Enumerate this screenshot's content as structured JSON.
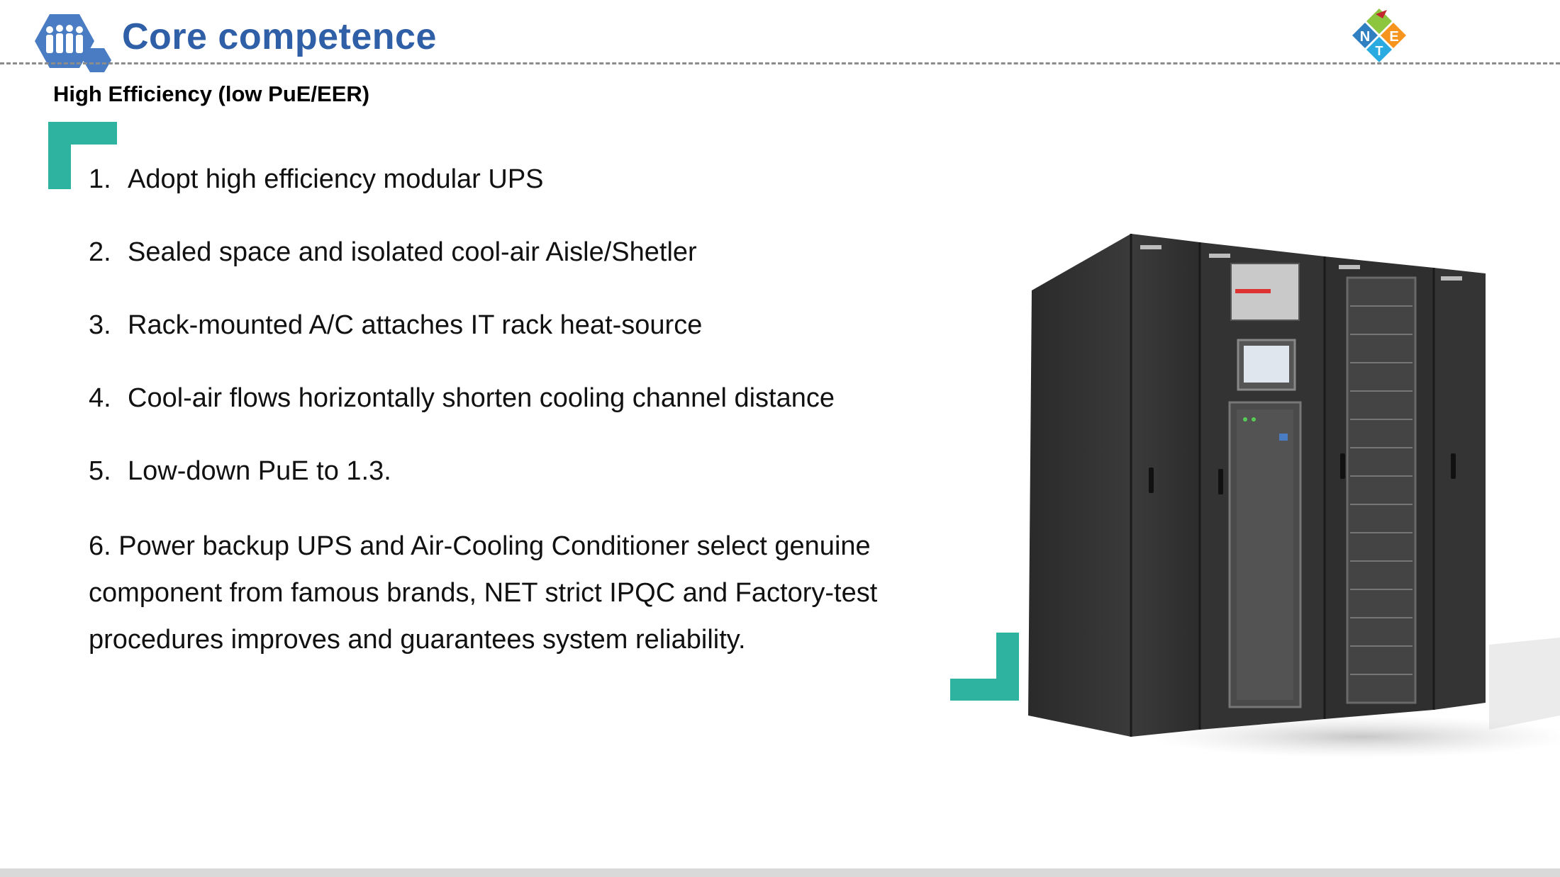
{
  "header": {
    "title": "Core competence",
    "icon": "people-group-hexagon-icon",
    "logo_letters": [
      "N",
      "E",
      "T"
    ]
  },
  "subtitle": "High Efficiency (low PuE/EER)",
  "points": [
    {
      "num": "1.",
      "text": "Adopt high efficiency modular UPS"
    },
    {
      "num": "2.",
      "text": "Sealed space and isolated cool-air Aisle/Shetler"
    },
    {
      "num": "3.",
      "text": "Rack-mounted A/C attaches IT rack heat-source"
    },
    {
      "num": "4.",
      "text": "Cool-air flows horizontally shorten cooling channel distance"
    },
    {
      "num": "5.",
      "text": "Low-down PuE to 1.3."
    }
  ],
  "point_long": {
    "line1": "6. Power backup UPS and Air-Cooling Conditioner select genuine",
    "line2": "component from famous brands, NET strict IPQC and Factory-test",
    "line3": "procedures improves and guarantees system reliability."
  },
  "colors": {
    "title": "#2f5fa7",
    "accent_teal": "#2fb3a1",
    "icon_blue": "#4a7cc4",
    "rack_dark": "#2b2b2b"
  }
}
